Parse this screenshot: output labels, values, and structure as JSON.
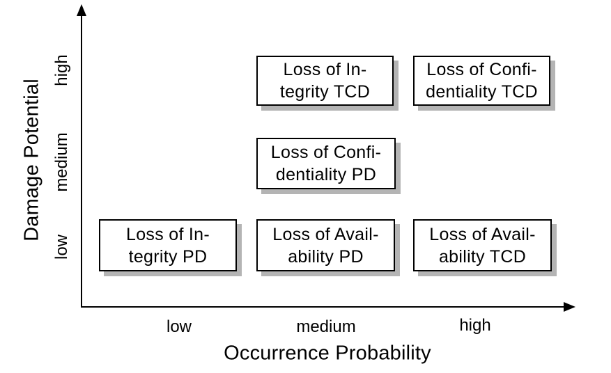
{
  "figure": {
    "background": "#ffffff",
    "axis_color": "#000000",
    "box_fill": "#ffffff",
    "box_border_color": "#000000",
    "shadow_color": "#b4b4b4",
    "text_color": "#000000"
  },
  "x_axis": {
    "title": "Occurrence Probability",
    "ticks": [
      "low",
      "medium",
      "high"
    ]
  },
  "y_axis": {
    "title": "Damage Potential",
    "ticks": [
      "low",
      "medium",
      "high"
    ]
  },
  "boxes": [
    {
      "name": "loss-of-integrity-tcd",
      "lines": [
        "Loss of In-",
        "tegrity TCD"
      ],
      "x": "medium",
      "y": "high"
    },
    {
      "name": "loss-of-confidentiality-tcd",
      "lines": [
        "Loss of Confi-",
        "dentiality TCD"
      ],
      "x": "high",
      "y": "high"
    },
    {
      "name": "loss-of-confidentiality-pd",
      "lines": [
        "Loss of Confi-",
        "dentiality PD"
      ],
      "x": "medium",
      "y": "medium"
    },
    {
      "name": "loss-of-integrity-pd",
      "lines": [
        "Loss of In-",
        "tegrity PD"
      ],
      "x": "low",
      "y": "low"
    },
    {
      "name": "loss-of-availability-pd",
      "lines": [
        "Loss of Avail-",
        "ability PD"
      ],
      "x": "medium",
      "y": "low"
    },
    {
      "name": "loss-of-availability-tcd",
      "lines": [
        "Loss of Avail-",
        "ability TCD"
      ],
      "x": "high",
      "y": "low"
    }
  ],
  "chart_data": {
    "type": "scatter",
    "title": "",
    "xlabel": "Occurrence Probability",
    "ylabel": "Damage Potential",
    "x_ticks": [
      "low",
      "medium",
      "high"
    ],
    "y_ticks": [
      "low",
      "medium",
      "high"
    ],
    "grid": false,
    "legend": false,
    "points": [
      {
        "label": "Loss of Integrity TCD",
        "x": "medium",
        "y": "high"
      },
      {
        "label": "Loss of Confidentiality TCD",
        "x": "high",
        "y": "high"
      },
      {
        "label": "Loss of Confidentiality PD",
        "x": "medium",
        "y": "medium"
      },
      {
        "label": "Loss of Integrity PD",
        "x": "low",
        "y": "low"
      },
      {
        "label": "Loss of Availability PD",
        "x": "medium",
        "y": "low"
      },
      {
        "label": "Loss of Availability TCD",
        "x": "high",
        "y": "low"
      }
    ]
  }
}
